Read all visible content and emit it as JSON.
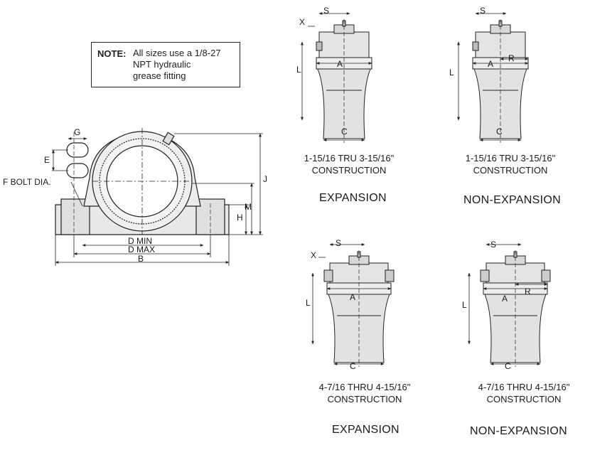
{
  "note": {
    "title": "NOTE:",
    "lines": "All sizes use a 1/8-27\nNPT hydraulic\ngrease fitting"
  },
  "front_view": {
    "labels": {
      "G": "G",
      "E": "E",
      "F": "F BOLT DIA.",
      "J": "J",
      "M": "M",
      "H": "H",
      "D_MIN": "D MIN",
      "D_MAX": "D MAX",
      "B": "B"
    }
  },
  "views": [
    {
      "dims": {
        "S": "S",
        "X": "X",
        "L": "L",
        "A": "A",
        "C": "C"
      },
      "caption_line1": "1-15/16 TRU 3-15/16\"",
      "caption_line2": "CONSTRUCTION",
      "type": "EXPANSION"
    },
    {
      "dims": {
        "S": "S",
        "L": "L",
        "A": "A",
        "R": "R",
        "C": "C"
      },
      "caption_line1": "1-15/16 TRU 3-15/16\"",
      "caption_line2": "CONSTRUCTION",
      "type": "NON-EXPANSION"
    },
    {
      "dims": {
        "S": "S",
        "X": "X",
        "L": "L",
        "A": "A",
        "C": "C"
      },
      "caption_line1": "4-7/16 THRU 4-15/16\"",
      "caption_line2": "CONSTRUCTION",
      "type": "EXPANSION"
    },
    {
      "dims": {
        "S": "S",
        "L": "L",
        "A": "A",
        "R": "R",
        "C": "C"
      },
      "caption_line1": "4-7/16 THRU 4-15/16\"",
      "caption_line2": "CONSTRUCTION",
      "type": "NON-EXPANSION"
    }
  ]
}
